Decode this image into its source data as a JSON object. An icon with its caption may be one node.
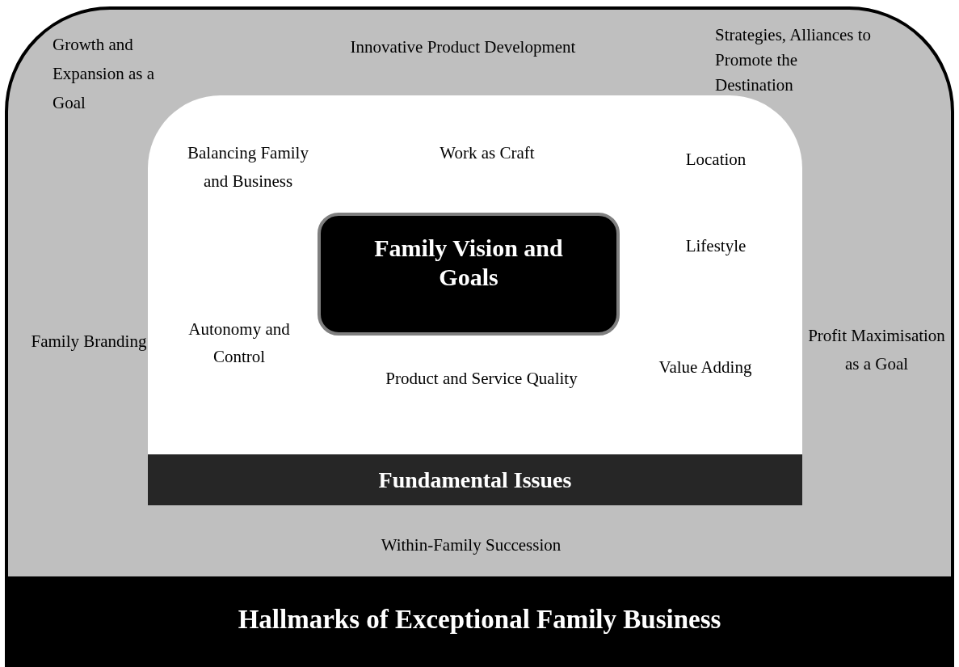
{
  "diagram": {
    "nodes": [
      {
        "text": [
          "Growth and Expansion as a Goal",
          "Innovative Product Development",
          "Strategies, Alliances to Promote the Destination",
          "Family Branding",
          "Profit Maximisation as a Goal",
          "Within-Family Succession",
          "Hallmarks of Exceptional Family Business"
        ]
      },
      {
        "text": [
          "Balancing Family and Business",
          "Work as Craft",
          "Location",
          "Lifestyle",
          "Autonomy and Control",
          "Product and Service Quality",
          "Value Adding",
          "Fundamental Issues"
        ],
        "in": 0
      },
      {
        "text": [
          "Family Vision and Goals"
        ],
        "in": 1
      }
    ]
  }
}
